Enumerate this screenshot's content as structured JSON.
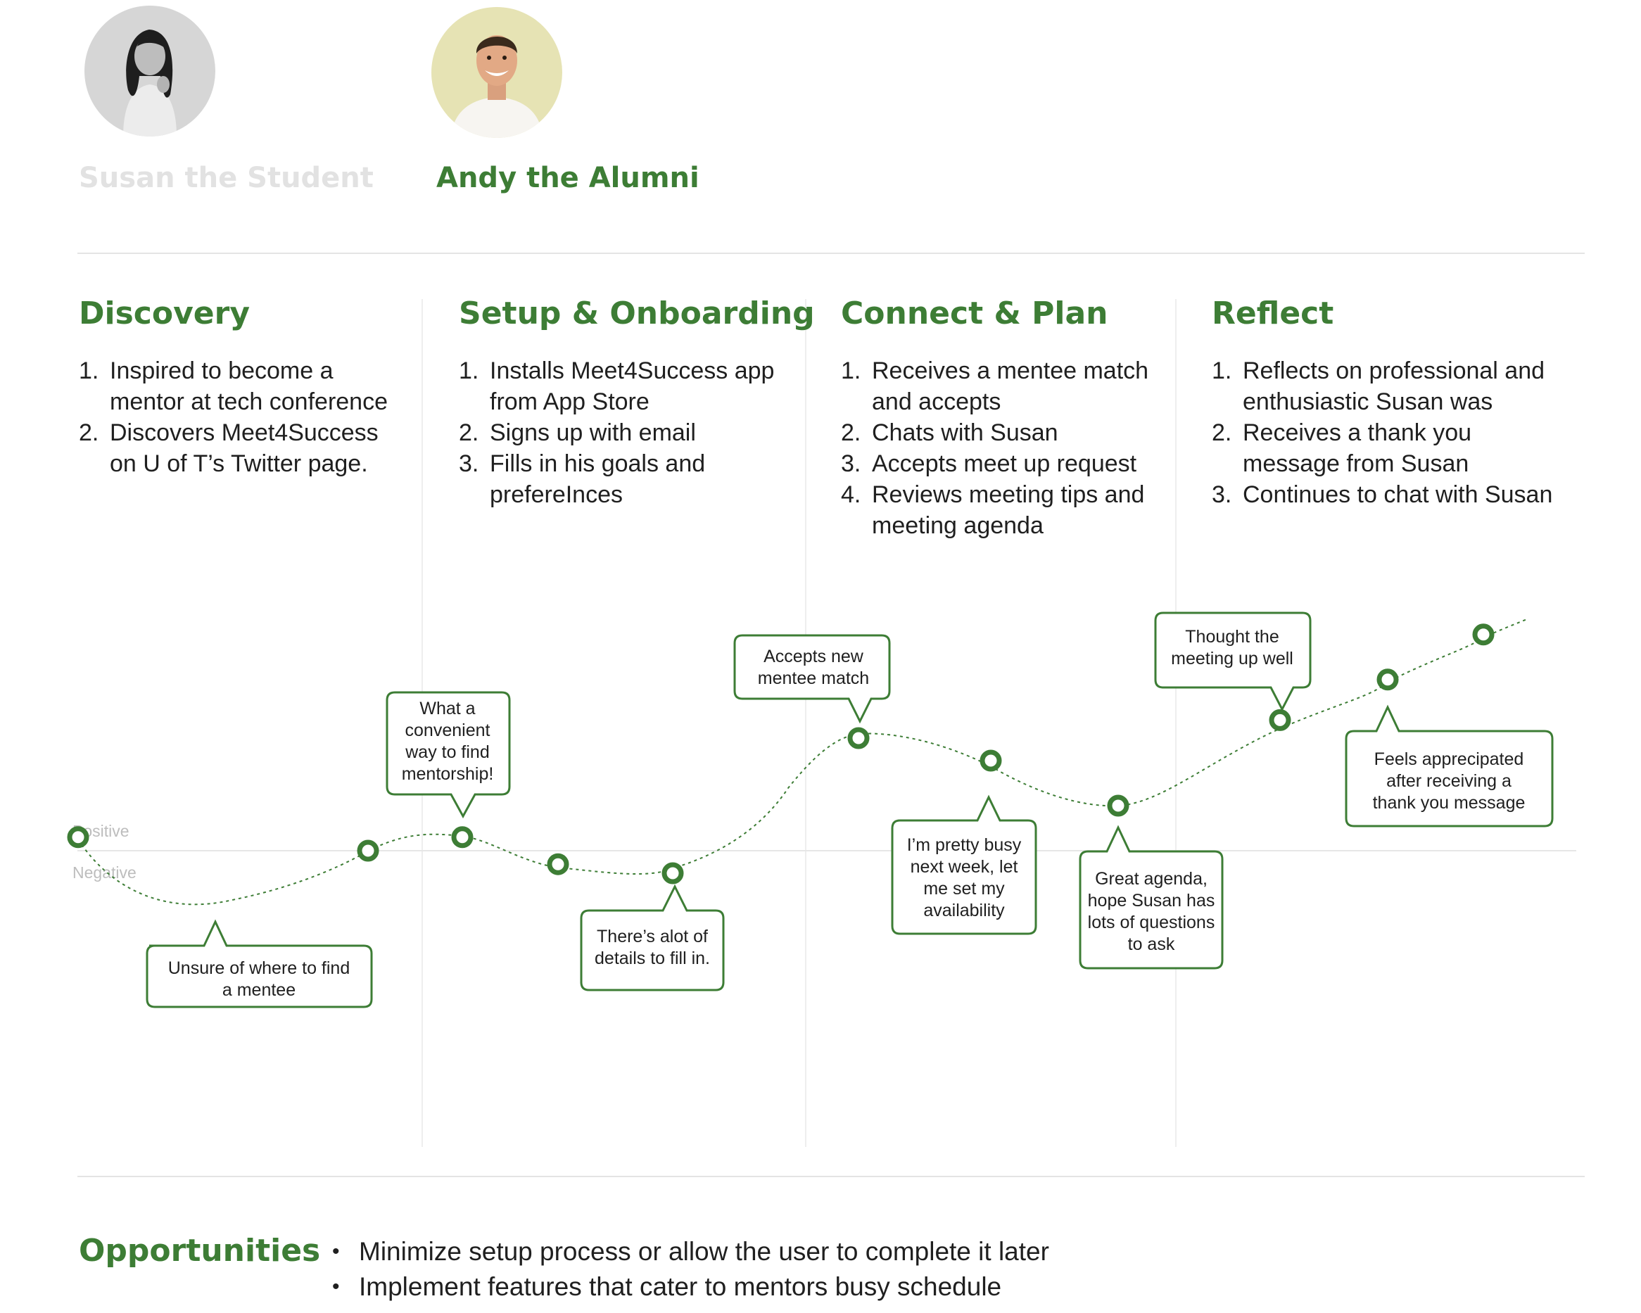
{
  "personas": [
    {
      "name": "Susan the Student",
      "state": "inactive"
    },
    {
      "name": "Andy the Alumni",
      "state": "active"
    }
  ],
  "colors": {
    "accent": "#3d7d35",
    "inactive": "#e2e2e2",
    "divider": "#e4e4e4"
  },
  "phases": [
    {
      "title": "Discovery",
      "steps": [
        {
          "num": "1.",
          "lines": [
            "Inspired to become a",
            "mentor at tech conference"
          ]
        },
        {
          "num": "2.",
          "lines": [
            "Discovers Meet4Success",
            "on U of T’s Twitter page."
          ]
        }
      ]
    },
    {
      "title": "Setup & Onboarding",
      "steps": [
        {
          "num": "1.",
          "lines": [
            "Installs Meet4Success app",
            "from App Store"
          ]
        },
        {
          "num": "2.",
          "lines": [
            "Signs up with email"
          ]
        },
        {
          "num": "3.",
          "lines": [
            "Fills in his goals and",
            "prefereInces"
          ]
        }
      ]
    },
    {
      "title": "Connect & Plan",
      "steps": [
        {
          "num": "1.",
          "lines": [
            "Receives a mentee match",
            "and accepts"
          ]
        },
        {
          "num": "2.",
          "lines": [
            "Chats with Susan"
          ]
        },
        {
          "num": "3.",
          "lines": [
            "Accepts meet up request"
          ]
        },
        {
          "num": "4.",
          "lines": [
            "Reviews meeting tips and",
            "meeting agenda"
          ]
        }
      ]
    },
    {
      "title": "Reflect",
      "steps": [
        {
          "num": "1.",
          "lines": [
            "Reflects on professional and",
            "enthusiastic Susan was"
          ]
        },
        {
          "num": "2.",
          "lines": [
            "Receives a thank you",
            "message from Susan"
          ]
        },
        {
          "num": "3.",
          "lines": [
            "Continues to chat with Susan"
          ]
        }
      ]
    }
  ],
  "journey": {
    "axis_labels": {
      "positive": "Positive",
      "negative": "Negative"
    },
    "points": [
      {
        "id": 1,
        "sentiment": 0.3
      },
      {
        "id": 2,
        "sentiment": 0.0
      },
      {
        "id": 3,
        "sentiment": 0.3
      },
      {
        "id": 4,
        "sentiment": -0.3
      },
      {
        "id": 5,
        "sentiment": -0.5
      },
      {
        "id": 6,
        "sentiment": 2.5
      },
      {
        "id": 7,
        "sentiment": 2.0
      },
      {
        "id": 8,
        "sentiment": 1.0
      },
      {
        "id": 9,
        "sentiment": 2.9
      },
      {
        "id": 10,
        "sentiment": 3.8
      },
      {
        "id": 11,
        "sentiment": 4.8
      }
    ],
    "callouts": [
      {
        "lines": [
          "Unsure of where to find",
          "a mentee"
        ]
      },
      {
        "lines": [
          "What a",
          "convenient",
          "way to find",
          "mentorship!"
        ]
      },
      {
        "lines": [
          "There’s alot of",
          "details to fill in."
        ]
      },
      {
        "lines": [
          "Accepts new",
          "mentee match"
        ]
      },
      {
        "lines": [
          "I’m pretty busy",
          "next week, let",
          "me set my",
          "availability"
        ]
      },
      {
        "lines": [
          "Great agenda,",
          "hope Susan has",
          "lots of questions",
          "to ask"
        ]
      },
      {
        "lines": [
          "Thought the",
          "meeting up well"
        ]
      },
      {
        "lines": [
          "Feels apprecipated",
          "after receiving a",
          "thank you message"
        ]
      }
    ]
  },
  "opportunities": {
    "title": "Opportunities",
    "items": [
      "Minimize setup process or allow the user to complete it later",
      "Implement features that cater to mentors busy schedule"
    ]
  }
}
